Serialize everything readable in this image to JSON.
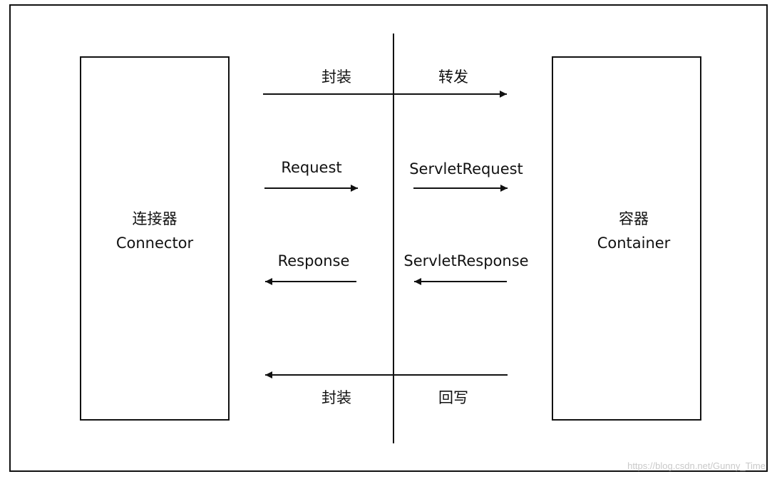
{
  "connector": {
    "title_cn": "连接器",
    "title_en": "Connector"
  },
  "container": {
    "title_cn": "容器",
    "title_en": "Container"
  },
  "flows": {
    "top_left": "封装",
    "top_right": "转发",
    "request_left": "Request",
    "request_right": "ServletRequest",
    "response_left": "Response",
    "response_right": "ServletResponse",
    "bottom_left": "封装",
    "bottom_right": "回写"
  },
  "watermark": "https://blog.csdn.net/Gunny_Time"
}
